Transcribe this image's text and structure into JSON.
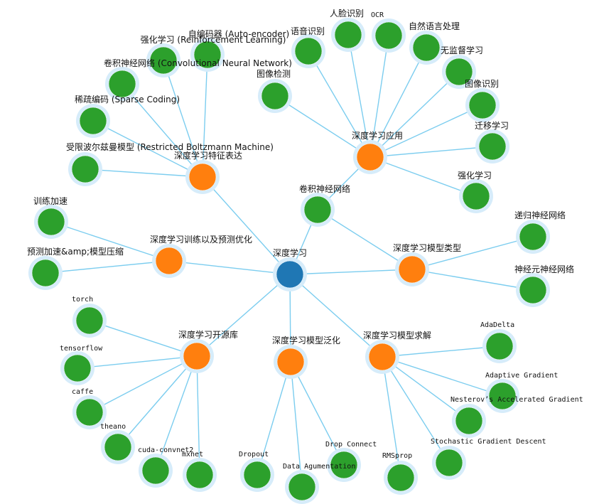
{
  "colors": {
    "root": "#1f77b4",
    "category": "#ff7f0e",
    "leaf": "#2ca02c",
    "edge": "#7ccdef",
    "halo": "#d6ecfa"
  },
  "nodes": [
    {
      "id": "root",
      "label": "深度学习",
      "kind": "root"
    },
    {
      "id": "features",
      "label": "深度学习特征表达",
      "kind": "category"
    },
    {
      "id": "apps",
      "label": "深度学习应用",
      "kind": "category"
    },
    {
      "id": "training",
      "label": "深度学习训练以及预测优化",
      "kind": "category"
    },
    {
      "id": "types",
      "label": "深度学习模型类型",
      "kind": "category"
    },
    {
      "id": "frameworks",
      "label": "深度学习开源库",
      "kind": "category"
    },
    {
      "id": "generalization",
      "label": "深度学习模型泛化",
      "kind": "category"
    },
    {
      "id": "solvers",
      "label": "深度学习模型求解",
      "kind": "category"
    },
    {
      "id": "f_rl",
      "label": "强化学习 (Reinforcement Learning)",
      "kind": "leaf"
    },
    {
      "id": "f_ae",
      "label": "自编码器 (Auto-encoder)",
      "kind": "leaf"
    },
    {
      "id": "f_cnn",
      "label": "卷积神经网络 (Convolutional Neural Network)",
      "kind": "leaf"
    },
    {
      "id": "f_sc",
      "label": "稀疏编码 (Sparse Coding)",
      "kind": "leaf"
    },
    {
      "id": "f_rbm",
      "label": "受限波尔兹曼模型 (Restricted Boltzmann Machine)",
      "kind": "leaf"
    },
    {
      "id": "a_det",
      "label": "图像检测",
      "kind": "leaf"
    },
    {
      "id": "a_speech",
      "label": "语音识别",
      "kind": "leaf"
    },
    {
      "id": "a_face",
      "label": "人脸识别",
      "kind": "leaf"
    },
    {
      "id": "a_ocr",
      "label": "OCR",
      "kind": "leaf"
    },
    {
      "id": "a_nlp",
      "label": "自然语言处理",
      "kind": "leaf"
    },
    {
      "id": "a_unsup",
      "label": "无监督学习",
      "kind": "leaf"
    },
    {
      "id": "a_imgrec",
      "label": "图像识别",
      "kind": "leaf"
    },
    {
      "id": "a_transfer",
      "label": "迁移学习",
      "kind": "leaf"
    },
    {
      "id": "a_rl",
      "label": "强化学习",
      "kind": "leaf"
    },
    {
      "id": "t_cnn",
      "label": "卷积神经网络",
      "kind": "leaf"
    },
    {
      "id": "t_rnn",
      "label": "递归神经网络",
      "kind": "leaf"
    },
    {
      "id": "t_nn",
      "label": "神经元神经网络",
      "kind": "leaf"
    },
    {
      "id": "o_speed",
      "label": "训练加速",
      "kind": "leaf"
    },
    {
      "id": "o_compress",
      "label": "预测加速&amp;模型压缩",
      "kind": "leaf"
    },
    {
      "id": "fw_torch",
      "label": "torch",
      "kind": "leaf"
    },
    {
      "id": "fw_tf",
      "label": "tensorflow",
      "kind": "leaf"
    },
    {
      "id": "fw_caffe",
      "label": "caffe",
      "kind": "leaf"
    },
    {
      "id": "fw_theano",
      "label": "theano",
      "kind": "leaf"
    },
    {
      "id": "fw_cuda",
      "label": "cuda-convnet2",
      "kind": "leaf"
    },
    {
      "id": "fw_mxnet",
      "label": "mxnet",
      "kind": "leaf"
    },
    {
      "id": "g_dropout",
      "label": "Dropout",
      "kind": "leaf"
    },
    {
      "id": "g_aug",
      "label": "Data Agumentation",
      "kind": "leaf"
    },
    {
      "id": "g_dropconnect",
      "label": "Drop Connect",
      "kind": "leaf"
    },
    {
      "id": "s_adadelta",
      "label": "AdaDelta",
      "kind": "leaf"
    },
    {
      "id": "s_adagrad",
      "label": "Adaptive Gradient",
      "kind": "leaf"
    },
    {
      "id": "s_nesterov",
      "label": "Nesterov’s Accelerated Gradient",
      "kind": "leaf"
    },
    {
      "id": "s_sgd",
      "label": "Stochastic Gradient Descent",
      "kind": "leaf"
    },
    {
      "id": "s_rmsprop",
      "label": "RMSprop",
      "kind": "leaf"
    }
  ],
  "edges": [
    [
      "root",
      "features"
    ],
    [
      "root",
      "training"
    ],
    [
      "root",
      "types"
    ],
    [
      "root",
      "frameworks"
    ],
    [
      "root",
      "generalization"
    ],
    [
      "root",
      "solvers"
    ],
    [
      "root",
      "t_cnn"
    ],
    [
      "t_cnn",
      "apps"
    ],
    [
      "features",
      "f_rl"
    ],
    [
      "features",
      "f_ae"
    ],
    [
      "features",
      "f_cnn"
    ],
    [
      "features",
      "f_sc"
    ],
    [
      "features",
      "f_rbm"
    ],
    [
      "apps",
      "a_det"
    ],
    [
      "apps",
      "a_speech"
    ],
    [
      "apps",
      "a_face"
    ],
    [
      "apps",
      "a_ocr"
    ],
    [
      "apps",
      "a_nlp"
    ],
    [
      "apps",
      "a_unsup"
    ],
    [
      "apps",
      "a_imgrec"
    ],
    [
      "apps",
      "a_transfer"
    ],
    [
      "apps",
      "a_rl"
    ],
    [
      "t_cnn",
      "types"
    ],
    [
      "types",
      "t_rnn"
    ],
    [
      "types",
      "t_nn"
    ],
    [
      "training",
      "o_speed"
    ],
    [
      "training",
      "o_compress"
    ],
    [
      "frameworks",
      "fw_torch"
    ],
    [
      "frameworks",
      "fw_tf"
    ],
    [
      "frameworks",
      "fw_caffe"
    ],
    [
      "frameworks",
      "fw_theano"
    ],
    [
      "frameworks",
      "fw_cuda"
    ],
    [
      "frameworks",
      "fw_mxnet"
    ],
    [
      "generalization",
      "g_dropout"
    ],
    [
      "generalization",
      "g_aug"
    ],
    [
      "generalization",
      "g_dropconnect"
    ],
    [
      "solvers",
      "s_adadelta"
    ],
    [
      "solvers",
      "s_adagrad"
    ],
    [
      "solvers",
      "s_nesterov"
    ],
    [
      "solvers",
      "s_sgd"
    ],
    [
      "solvers",
      "s_rmsprop"
    ]
  ]
}
